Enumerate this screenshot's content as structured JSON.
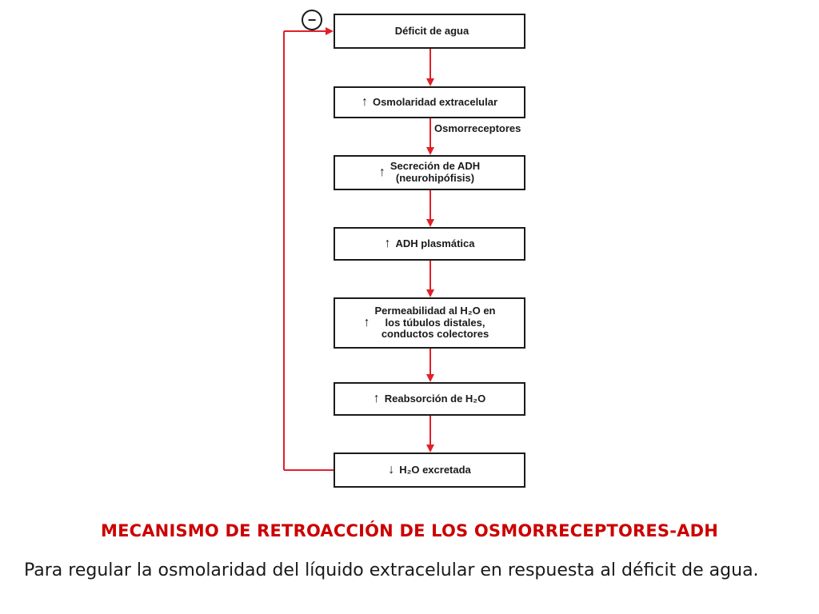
{
  "diagram": {
    "feedback_sign": "−",
    "boxes": [
      {
        "direction": "",
        "lines": [
          "Déficit de agua"
        ]
      },
      {
        "direction": "↑",
        "lines": [
          "Osmolaridad extracelular"
        ]
      },
      {
        "direction": "↑",
        "lines": [
          "Secreción de ADH",
          "(neurohipófisis)"
        ]
      },
      {
        "direction": "↑",
        "lines": [
          "ADH plasmática"
        ]
      },
      {
        "direction": "↑",
        "lines": [
          "Permeabilidad al H₂O en",
          "los túbulos distales,",
          "conductos colectores"
        ]
      },
      {
        "direction": "↑",
        "lines": [
          "Reabsorción de H₂O"
        ]
      },
      {
        "direction": "↓",
        "lines": [
          "H₂O excretada"
        ]
      }
    ],
    "arrow_label": "Osmorreceptores",
    "arrow_color": "#e0202a"
  },
  "caption": "MECANISMO DE RETROACCIÓN DE LOS OSMORRECEPTORES-ADH",
  "description": "Para regular la osmolaridad del líquido extracelular en respuesta al déficit de agua."
}
